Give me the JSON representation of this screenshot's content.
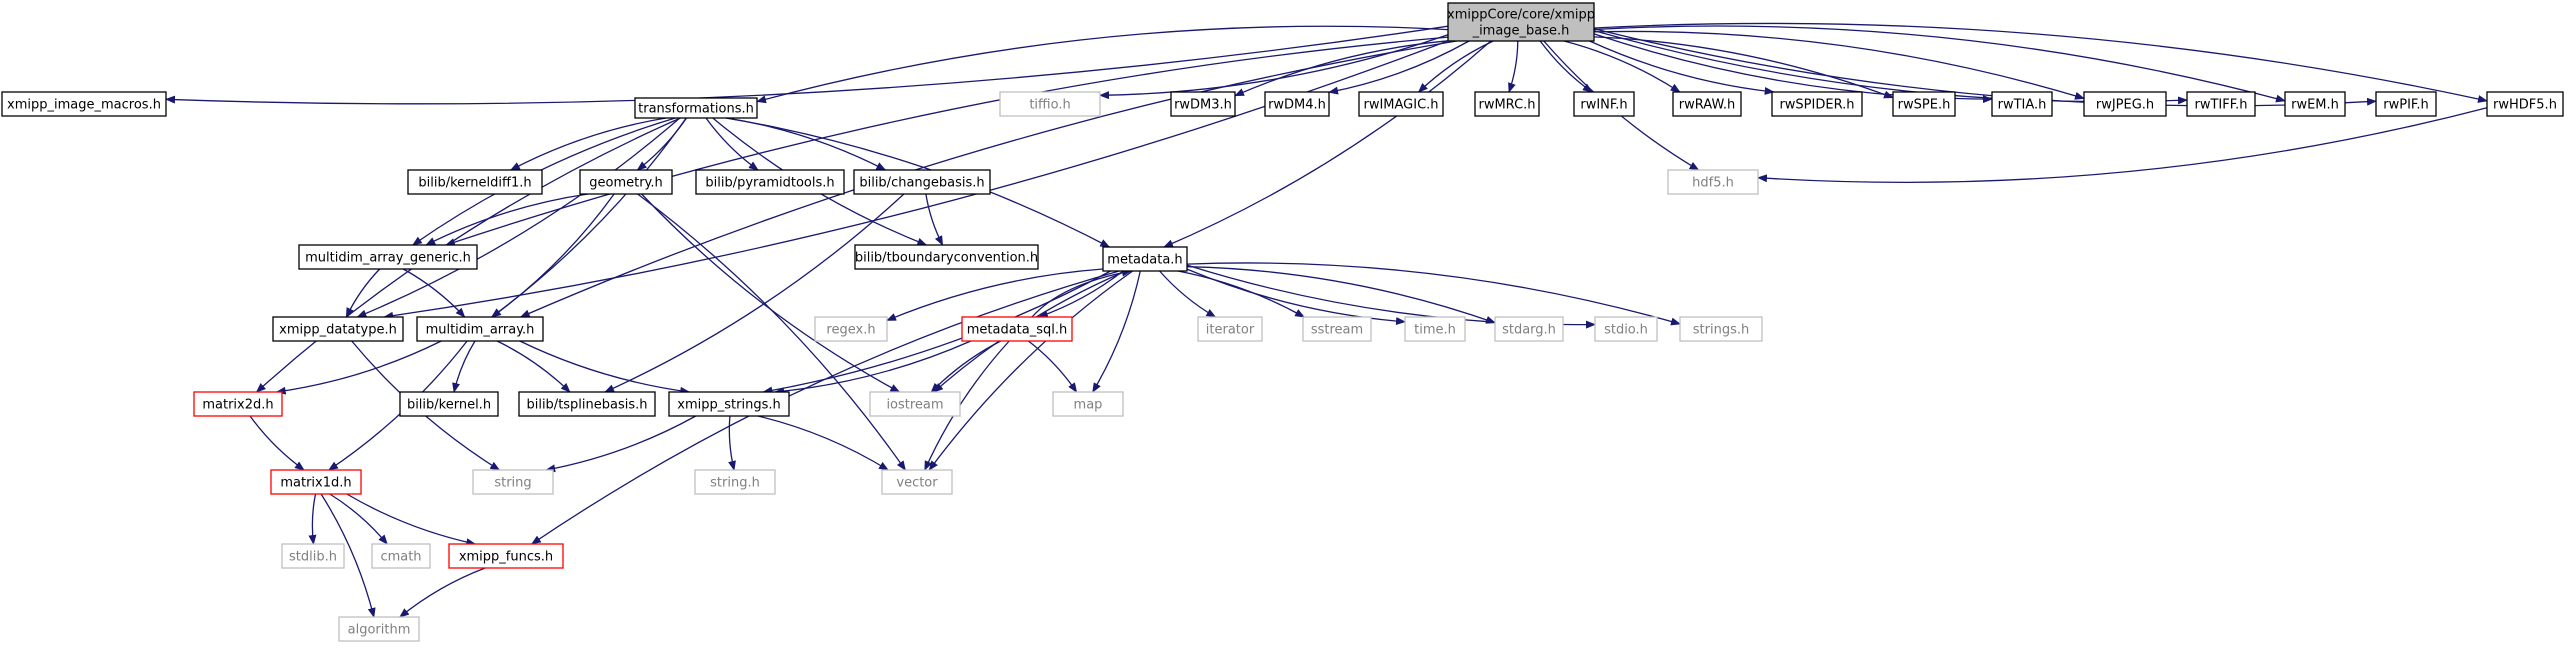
{
  "colors": {
    "edge": "#191970",
    "root_fill": "#bfbfbf",
    "node_border": "#000000",
    "truncated_border": "#ff0000",
    "system_border": "#bfbfbf",
    "system_text": "#808080",
    "text": "#000000"
  },
  "nodes": [
    {
      "id": "root",
      "label": [
        "xmippCore/core/xmipp",
        "_image_base.h"
      ],
      "style": "root"
    },
    {
      "id": "macros",
      "label": [
        "xmipp_image_macros.h"
      ],
      "style": "normal"
    },
    {
      "id": "transformations",
      "label": [
        "transformations.h"
      ],
      "style": "normal"
    },
    {
      "id": "tiffio",
      "label": [
        "tiffio.h"
      ],
      "style": "system"
    },
    {
      "id": "rwdm3",
      "label": [
        "rwDM3.h"
      ],
      "style": "normal"
    },
    {
      "id": "rwdm4",
      "label": [
        "rwDM4.h"
      ],
      "style": "normal"
    },
    {
      "id": "rwimagic",
      "label": [
        "rwIMAGIC.h"
      ],
      "style": "normal"
    },
    {
      "id": "rwmrc",
      "label": [
        "rwMRC.h"
      ],
      "style": "normal"
    },
    {
      "id": "rwinf",
      "label": [
        "rwINF.h"
      ],
      "style": "normal"
    },
    {
      "id": "rwraw",
      "label": [
        "rwRAW.h"
      ],
      "style": "normal"
    },
    {
      "id": "rwspider",
      "label": [
        "rwSPIDER.h"
      ],
      "style": "normal"
    },
    {
      "id": "rwspe",
      "label": [
        "rwSPE.h"
      ],
      "style": "normal"
    },
    {
      "id": "rwtia",
      "label": [
        "rwTIA.h"
      ],
      "style": "normal"
    },
    {
      "id": "rwjpeg",
      "label": [
        "rwJPEG.h"
      ],
      "style": "normal"
    },
    {
      "id": "rwtiff",
      "label": [
        "rwTIFF.h"
      ],
      "style": "normal"
    },
    {
      "id": "rwem",
      "label": [
        "rwEM.h"
      ],
      "style": "normal"
    },
    {
      "id": "rwpif",
      "label": [
        "rwPIF.h"
      ],
      "style": "normal"
    },
    {
      "id": "rwhdf5",
      "label": [
        "rwHDF5.h"
      ],
      "style": "normal"
    },
    {
      "id": "hdf5",
      "label": [
        "hdf5.h"
      ],
      "style": "system"
    },
    {
      "id": "kerneldiff1",
      "label": [
        "bilib/kerneldiff1.h"
      ],
      "style": "normal"
    },
    {
      "id": "geometry",
      "label": [
        "geometry.h"
      ],
      "style": "normal"
    },
    {
      "id": "pyramidtools",
      "label": [
        "bilib/pyramidtools.h"
      ],
      "style": "normal"
    },
    {
      "id": "changebasis",
      "label": [
        "bilib/changebasis.h"
      ],
      "style": "normal"
    },
    {
      "id": "tboundary",
      "label": [
        "bilib/tboundaryconvention.h"
      ],
      "style": "normal"
    },
    {
      "id": "metadata",
      "label": [
        "metadata.h"
      ],
      "style": "normal"
    },
    {
      "id": "mag",
      "label": [
        "multidim_array_generic.h"
      ],
      "style": "normal"
    },
    {
      "id": "datatype",
      "label": [
        "xmipp_datatype.h"
      ],
      "style": "normal"
    },
    {
      "id": "ma",
      "label": [
        "multidim_array.h"
      ],
      "style": "normal"
    },
    {
      "id": "regex",
      "label": [
        "regex.h"
      ],
      "style": "system"
    },
    {
      "id": "metasql",
      "label": [
        "metadata_sql.h"
      ],
      "style": "truncated"
    },
    {
      "id": "iterator",
      "label": [
        "iterator"
      ],
      "style": "system"
    },
    {
      "id": "sstream",
      "label": [
        "sstream"
      ],
      "style": "system"
    },
    {
      "id": "time",
      "label": [
        "time.h"
      ],
      "style": "system"
    },
    {
      "id": "stdarg",
      "label": [
        "stdarg.h"
      ],
      "style": "system"
    },
    {
      "id": "stdio",
      "label": [
        "stdio.h"
      ],
      "style": "system"
    },
    {
      "id": "strings",
      "label": [
        "strings.h"
      ],
      "style": "system"
    },
    {
      "id": "matrix2d",
      "label": [
        "matrix2d.h"
      ],
      "style": "truncated"
    },
    {
      "id": "kernel",
      "label": [
        "bilib/kernel.h"
      ],
      "style": "normal"
    },
    {
      "id": "tspline",
      "label": [
        "bilib/tsplinebasis.h"
      ],
      "style": "normal"
    },
    {
      "id": "xstrings",
      "label": [
        "xmipp_strings.h"
      ],
      "style": "normal"
    },
    {
      "id": "iostream",
      "label": [
        "iostream"
      ],
      "style": "system"
    },
    {
      "id": "map",
      "label": [
        "map"
      ],
      "style": "system"
    },
    {
      "id": "matrix1d",
      "label": [
        "matrix1d.h"
      ],
      "style": "truncated"
    },
    {
      "id": "string",
      "label": [
        "string"
      ],
      "style": "system"
    },
    {
      "id": "stringh",
      "label": [
        "string.h"
      ],
      "style": "system"
    },
    {
      "id": "vector",
      "label": [
        "vector"
      ],
      "style": "system"
    },
    {
      "id": "stdlib",
      "label": [
        "stdlib.h"
      ],
      "style": "system"
    },
    {
      "id": "cmath",
      "label": [
        "cmath"
      ],
      "style": "system"
    },
    {
      "id": "funcs",
      "label": [
        "xmipp_funcs.h"
      ],
      "style": "truncated"
    },
    {
      "id": "algorithm",
      "label": [
        "algorithm"
      ],
      "style": "system"
    }
  ],
  "edges": [
    [
      "root",
      "macros"
    ],
    [
      "root",
      "transformations"
    ],
    [
      "root",
      "tiffio"
    ],
    [
      "root",
      "rwdm3"
    ],
    [
      "root",
      "rwdm4"
    ],
    [
      "root",
      "rwimagic"
    ],
    [
      "root",
      "rwmrc"
    ],
    [
      "root",
      "rwinf"
    ],
    [
      "root",
      "rwraw"
    ],
    [
      "root",
      "rwspider"
    ],
    [
      "root",
      "rwspe"
    ],
    [
      "root",
      "rwtia"
    ],
    [
      "root",
      "rwjpeg"
    ],
    [
      "root",
      "rwtiff"
    ],
    [
      "root",
      "rwem"
    ],
    [
      "root",
      "rwpif"
    ],
    [
      "root",
      "rwhdf5"
    ],
    [
      "root",
      "hdf5"
    ],
    [
      "root",
      "metadata"
    ],
    [
      "root",
      "mag"
    ],
    [
      "root",
      "datatype"
    ],
    [
      "root",
      "ma"
    ],
    [
      "rwhdf5",
      "hdf5"
    ],
    [
      "transformations",
      "kerneldiff1"
    ],
    [
      "transformations",
      "geometry"
    ],
    [
      "transformations",
      "pyramidtools"
    ],
    [
      "transformations",
      "changebasis"
    ],
    [
      "transformations",
      "tboundary"
    ],
    [
      "transformations",
      "metadata"
    ],
    [
      "transformations",
      "mag"
    ],
    [
      "transformations",
      "ma"
    ],
    [
      "transformations",
      "matrix2d"
    ],
    [
      "transformations",
      "datatype"
    ],
    [
      "geometry",
      "mag"
    ],
    [
      "geometry",
      "ma"
    ],
    [
      "geometry",
      "iostream"
    ],
    [
      "geometry",
      "vector"
    ],
    [
      "changebasis",
      "tboundary"
    ],
    [
      "changebasis",
      "tspline"
    ],
    [
      "mag",
      "datatype"
    ],
    [
      "mag",
      "ma"
    ],
    [
      "metadata",
      "regex"
    ],
    [
      "metadata",
      "metasql"
    ],
    [
      "metadata",
      "iterator"
    ],
    [
      "metadata",
      "sstream"
    ],
    [
      "metadata",
      "time"
    ],
    [
      "metadata",
      "stdarg"
    ],
    [
      "metadata",
      "stdio"
    ],
    [
      "metadata",
      "strings"
    ],
    [
      "metadata",
      "iostream"
    ],
    [
      "metadata",
      "map"
    ],
    [
      "metadata",
      "vector"
    ],
    [
      "metadata",
      "xstrings"
    ],
    [
      "metadata",
      "funcs"
    ],
    [
      "metasql",
      "metadata"
    ],
    [
      "metasql",
      "iostream"
    ],
    [
      "metasql",
      "map"
    ],
    [
      "metasql",
      "vector"
    ],
    [
      "metasql",
      "xstrings"
    ],
    [
      "datatype",
      "string"
    ],
    [
      "ma",
      "matrix2d"
    ],
    [
      "ma",
      "kernel"
    ],
    [
      "ma",
      "tspline"
    ],
    [
      "ma",
      "xstrings"
    ],
    [
      "ma",
      "matrix1d"
    ],
    [
      "matrix2d",
      "matrix1d"
    ],
    [
      "xstrings",
      "string"
    ],
    [
      "xstrings",
      "stringh"
    ],
    [
      "xstrings",
      "vector"
    ],
    [
      "matrix1d",
      "stdlib"
    ],
    [
      "matrix1d",
      "cmath"
    ],
    [
      "matrix1d",
      "funcs"
    ],
    [
      "matrix1d",
      "algorithm"
    ],
    [
      "funcs",
      "algorithm"
    ]
  ]
}
